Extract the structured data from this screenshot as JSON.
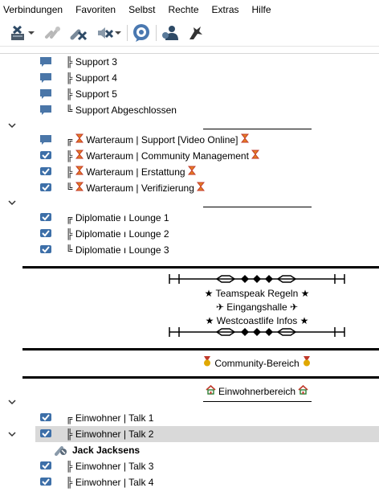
{
  "menu": [
    "Verbindungen",
    "Favoriten",
    "Selbst",
    "Rechte",
    "Extras",
    "Hilfe"
  ],
  "toolbar": [
    {
      "name": "disconnect-icon",
      "dropdown": true
    },
    {
      "name": "connect-icon",
      "dropdown": false
    },
    {
      "name": "mute-microphone-icon",
      "dropdown": false
    },
    {
      "name": "mute-speaker-icon",
      "dropdown": true
    },
    {
      "name": "chat-icon",
      "dropdown": false
    },
    {
      "name": "contacts-icon",
      "dropdown": false
    },
    {
      "name": "away-icon",
      "dropdown": false
    }
  ],
  "tree": {
    "support": [
      "╠ Support 3",
      "╠ Support 4",
      "╠ Support 5",
      "╚ Support Abgeschlossen"
    ],
    "wait": [
      "╔ ",
      "╠ ",
      "╠ ",
      "╚ "
    ],
    "wait_names": [
      "Warteraum | Support [Video Online]",
      "Warteraum | Community Management",
      "Warteraum | Erstattung",
      "Warteraum | Verifizierung"
    ],
    "diplomacy": [
      "╔ Diplomatie ı Lounge 1",
      "╠ Diplomatie ı Lounge 2",
      "╚ Diplomatie ı Lounge 3"
    ],
    "info": [
      "★ Teamspeak Regeln ★",
      "✈ Eingangshalle ✈",
      "★ Westcoastlife Infos ★"
    ],
    "community": "Community-Bereich",
    "residents_header": "Einwohnerbereich",
    "residents": [
      "╔ Einwohner | Talk 1",
      "╠ Einwohner | Talk 2"
    ],
    "user": "Jack Jacksens",
    "residents2": [
      "╠ Einwohner | Talk 3",
      "╠ Einwohner | Talk 4"
    ]
  },
  "colors": {
    "channel_blue": "#4a76a8",
    "check_blue": "#3d6fa8",
    "hourglass_red": "#c0392b",
    "medal_gold": "#e0a800",
    "house_red": "#c0392b"
  }
}
